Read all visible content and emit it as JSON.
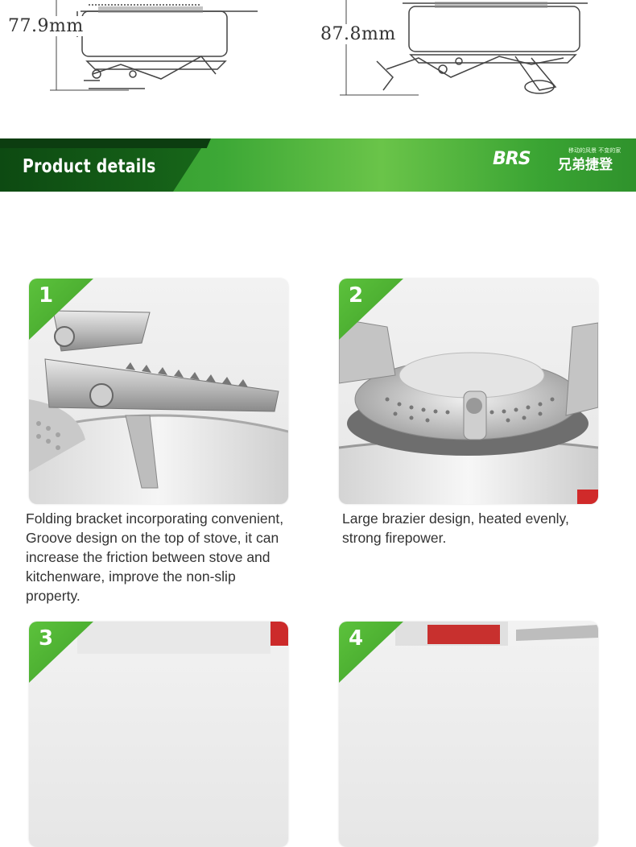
{
  "dimensions": {
    "left_height": "77.9mm",
    "right_height": "87.8mm"
  },
  "banner": {
    "title": "Product details",
    "brand_logo": "BRS",
    "brand_chinese": "兄弟捷登",
    "brand_slogan": "移动的风景 不变的家"
  },
  "features": [
    {
      "number": "1",
      "caption": "Folding bracket incorporating convenient,\nGroove design on the top of stove, it can\nincrease the friction between stove and\nkitchenware, improve the non-slip\nproperty."
    },
    {
      "number": "2",
      "caption": "Large brazier design, heated evenly,\nstrong firepower."
    },
    {
      "number": "3"
    },
    {
      "number": "4"
    }
  ],
  "colors": {
    "banner_green": "#3da836",
    "banner_dark": "#0d4a12",
    "badge_green": "#4fb533",
    "caption_text": "#333333"
  }
}
